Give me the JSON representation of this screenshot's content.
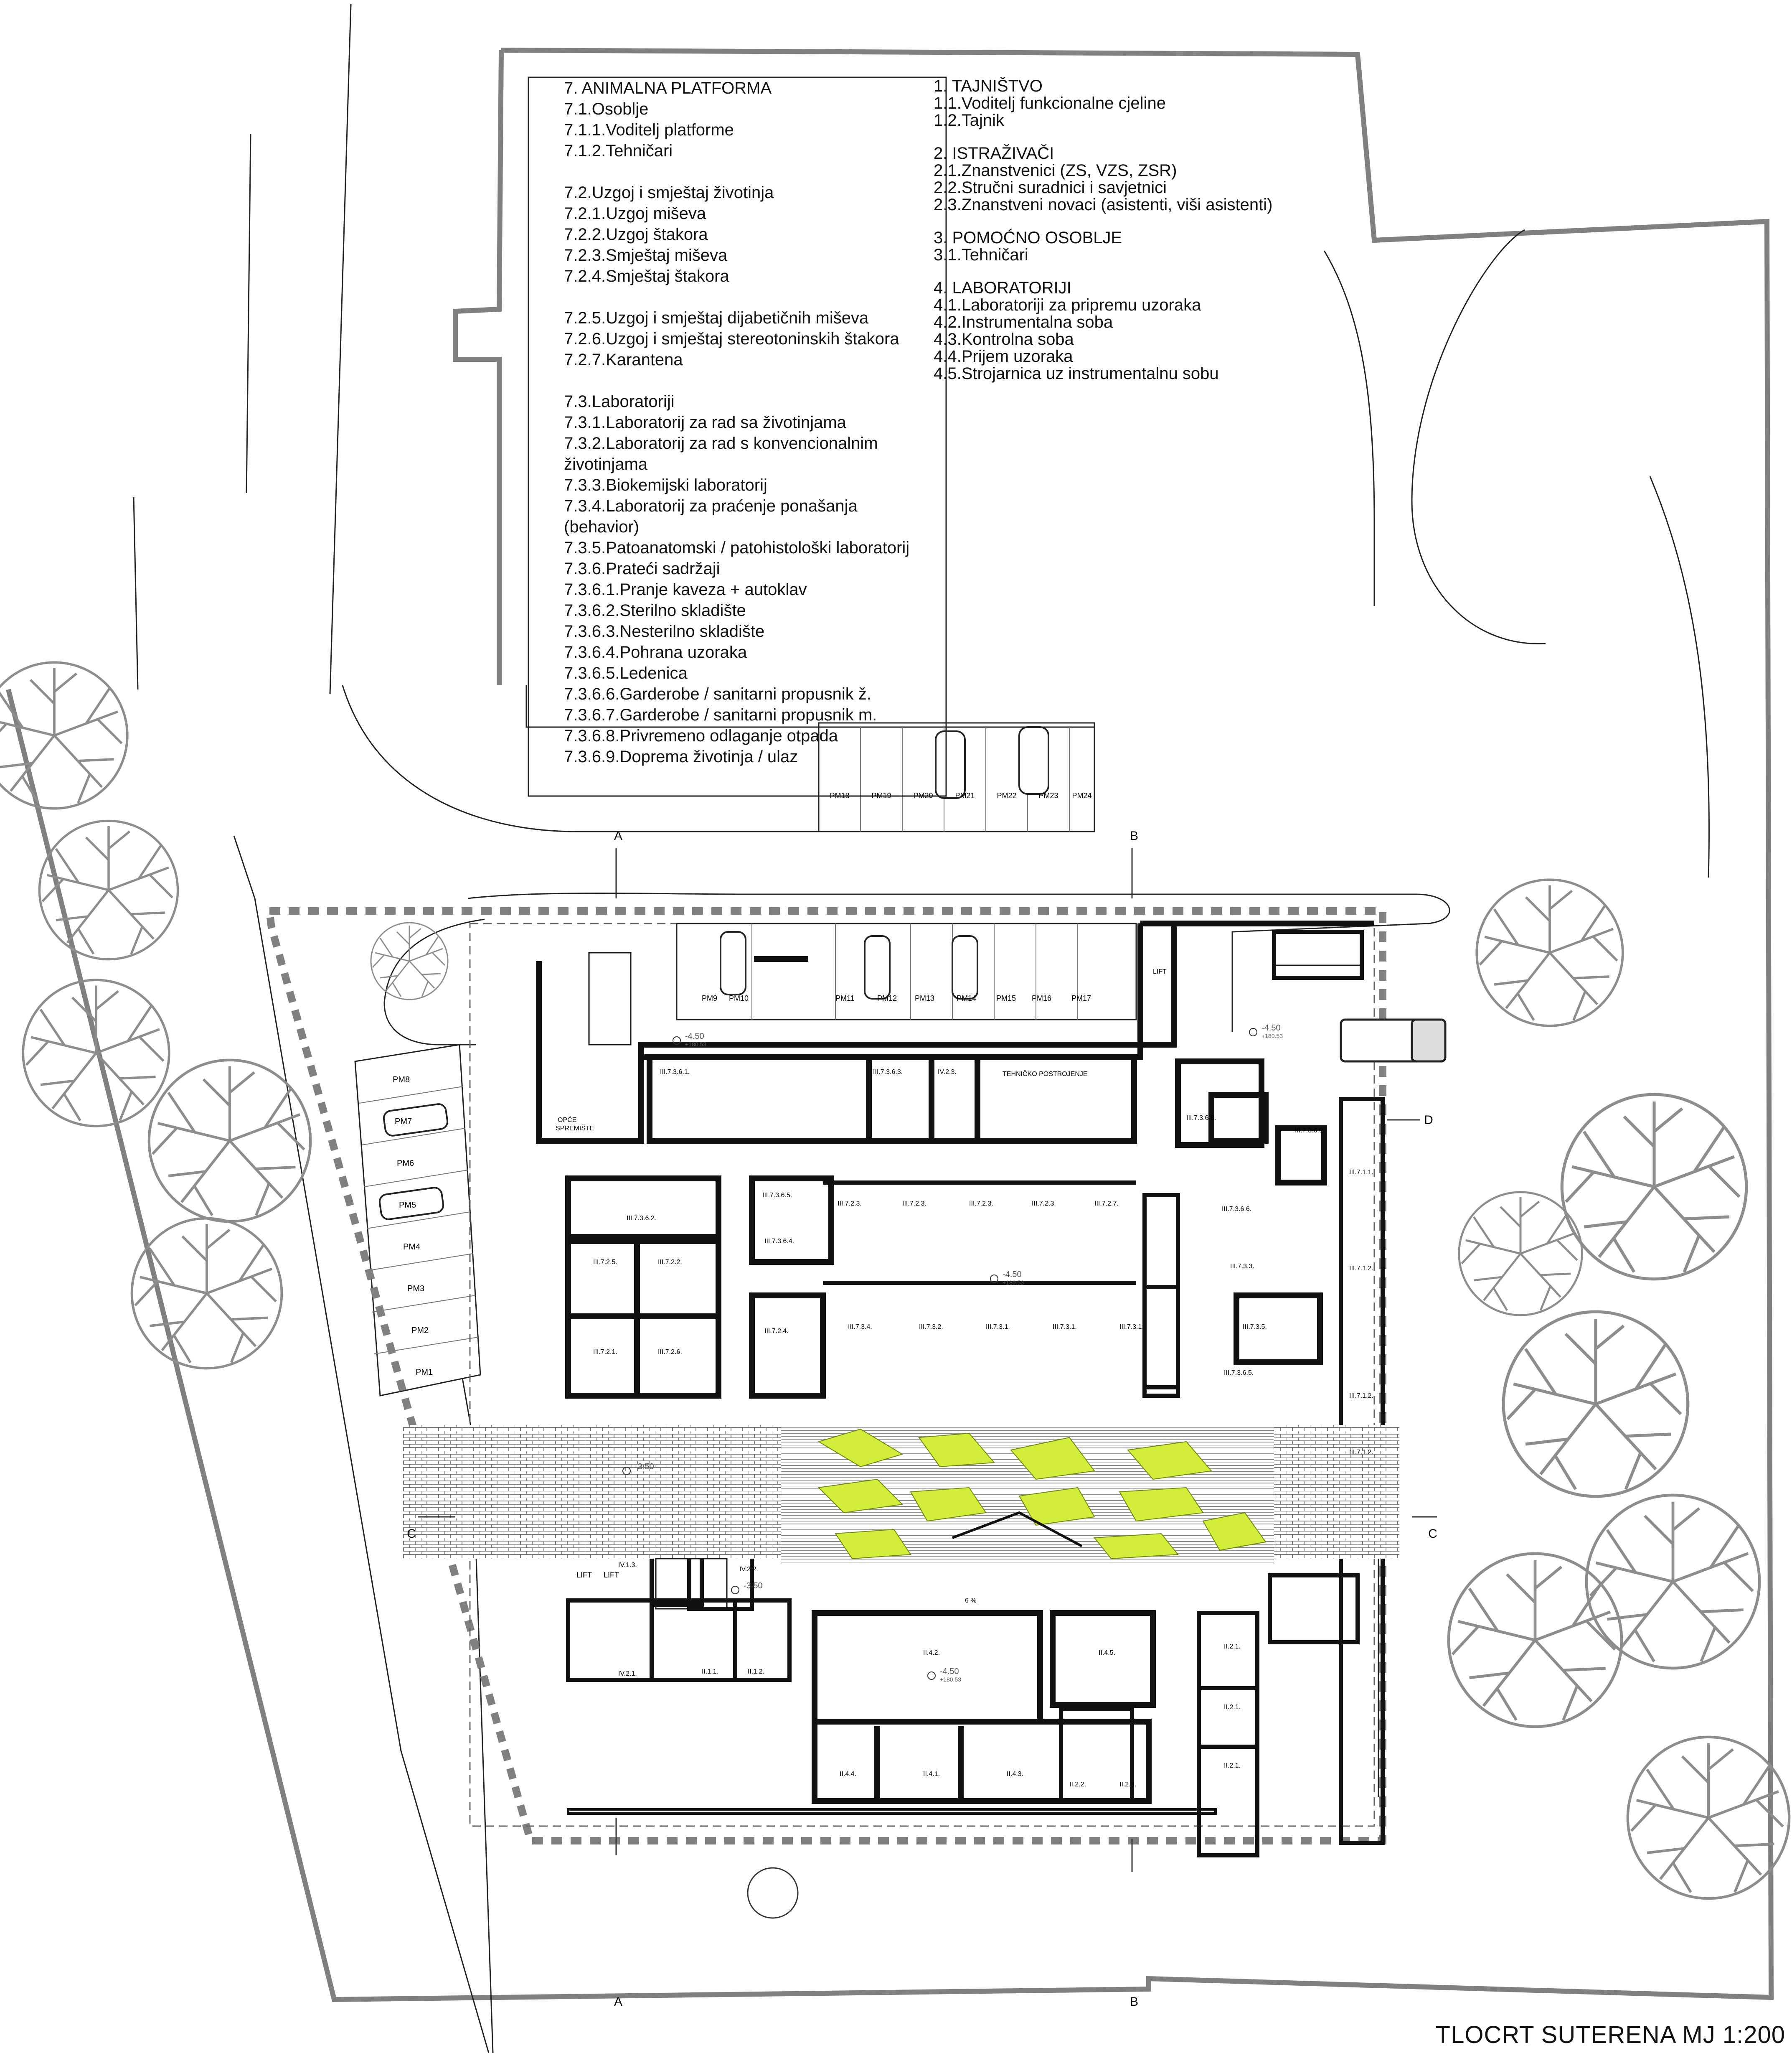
{
  "drawing_title": "TLOCRT SUTERENA  MJ 1:200",
  "legend_left": [
    "7. ANIMALNA PLATFORMA",
    "7.1.Osoblje",
    "7.1.1.Voditelj platforme",
    "7.1.2.Tehničari",
    "",
    "7.2.Uzgoj i smještaj životinja",
    "7.2.1.Uzgoj miševa",
    "7.2.2.Uzgoj štakora",
    "7.2.3.Smještaj miševa",
    "7.2.4.Smještaj štakora",
    "",
    "7.2.5.Uzgoj i smještaj dijabetičnih miševa",
    "7.2.6.Uzgoj i smještaj stereotoninskih štakora",
    "7.2.7.Karantena",
    "",
    "7.3.Laboratoriji",
    "7.3.1.Laboratorij za rad sa životinjama",
    "7.3.2.Laboratorij za rad s konvencionalnim",
    "životinjama",
    "7.3.3.Biokemijski laboratorij",
    "7.3.4.Laboratorij za praćenje ponašanja",
    "(behavior)",
    "7.3.5.Patoanatomski / patohistološki laboratorij",
    "7.3.6.Prateći sadržaji",
    "7.3.6.1.Pranje kaveza + autoklav",
    "7.3.6.2.Sterilno skladište",
    "7.3.6.3.Nesterilno skladište",
    "7.3.6.4.Pohrana uzoraka",
    "7.3.6.5.Ledenica",
    "7.3.6.6.Garderobe / sanitarni propusnik ž.",
    "7.3.6.7.Garderobe / sanitarni propusnik m.",
    "7.3.6.8.Privremeno odlaganje otpada",
    "7.3.6.9.Doprema životinja / ulaz"
  ],
  "legend_right": [
    "1. TAJNIŠTVO",
    "1.1.Voditelj funkcionalne cjeline",
    "1.2.Tajnik",
    "",
    "2. ISTRAŽIVAČI",
    "2.1.Znanstvenici (ZS, VZS, ZSR)",
    "2.2.Stručni suradnici i savjetnici",
    "2.3.Znanstveni novaci (asistenti, viši asistenti)",
    "",
    "3. POMOĆNO OSOBLJE",
    "3.1.Tehničari",
    "",
    "4. LABORATORIJI",
    "4.1.Laboratoriji za pripremu uzoraka",
    "4.2.Instrumentalna soba",
    "4.3.Kontrolna soba",
    "4.4.Prijem uzoraka",
    "4.5.Strojarnica uz instrumentalnu sobu"
  ],
  "section_markers": {
    "a_top": "A",
    "b_top": "B",
    "a_bottom": "A",
    "b_bottom": "B",
    "c_left": "C",
    "c_right": "C",
    "d_right": "D"
  },
  "parking_north": [
    "PM18",
    "PM19",
    "PM20",
    "PM21",
    "PM22",
    "PM23",
    "PM24"
  ],
  "parking_inner": [
    "PM9",
    "PM10",
    "PM11",
    "PM12",
    "PM13",
    "PM14",
    "PM15",
    "PM16",
    "PM17"
  ],
  "parking_west": [
    "PM8",
    "PM7",
    "PM6",
    "PM5",
    "PM4",
    "PM3",
    "PM2",
    "PM1"
  ],
  "rooms": {
    "r736_1": "III.7.3.6.1.",
    "r736_3": "III.7.3.6.3.",
    "r_iv23": "IV.2.3.",
    "tech": "TEHNIČKO POSTROJENJE",
    "opce": "OPĆE",
    "spremiste": "SPREMIŠTE",
    "r736_8": "III.7.3.6.8.",
    "r736_9": "III.7.3.6.9.",
    "r711": "III.7.1.1.",
    "r736_2": "III.7.3.6.2.",
    "r736_5": "III.7.3.6.5.",
    "r736_4": "III.7.3.6.4.",
    "r723": "III.7.2.3.",
    "r727": "III.7.2.7.",
    "r736_6": "III.7.3.6.6.",
    "r725": "III.7.2.5.",
    "r722": "III.7.2.2.",
    "r721": "III.7.2.1.",
    "r726": "III.7.2.6.",
    "r724": "III.7.2.4.",
    "r734": "III.7.3.4.",
    "r732": "III.7.3.2.",
    "r731": "III.7.3.1.",
    "r733": "III.7.3.3.",
    "r735": "III.7.3.5.",
    "r736_5b": "III.7.3.6.5.",
    "r712": "III.7.1.2.",
    "lift": "LIFT",
    "r_iv13": "IV.1.3.",
    "r_iv22": "IV.2.2.",
    "r_iv21": "IV.2.1.",
    "r_ii11": "II.1.1.",
    "r_ii12": "II.1.2.",
    "r_ii42": "II.4.2.",
    "r_ii45": "II.4.5.",
    "r_ii44": "II.4.4.",
    "r_ii41": "II.4.1.",
    "r_ii43": "II.4.3.",
    "r_ii22": "II.2.2.",
    "r_ii23": "II.2.3.",
    "r_ii21": "II.2.1.",
    "slope": "6 %"
  },
  "levels": {
    "l1_top": "-4.50",
    "l1_bot": "+180.53",
    "l2_top": "-4.50",
    "l2_bot": "+180.53",
    "l3_top": "-4.50",
    "l3_bot": "+180.53",
    "l4_top": "-4.50",
    "l4_bot": "+180.53",
    "l5_top": "-3.50",
    "l6_top": "-3.50"
  },
  "colors": {
    "courtyard_green": "#d4ec3a",
    "wall": "#111111",
    "plot_line": "#808080"
  }
}
